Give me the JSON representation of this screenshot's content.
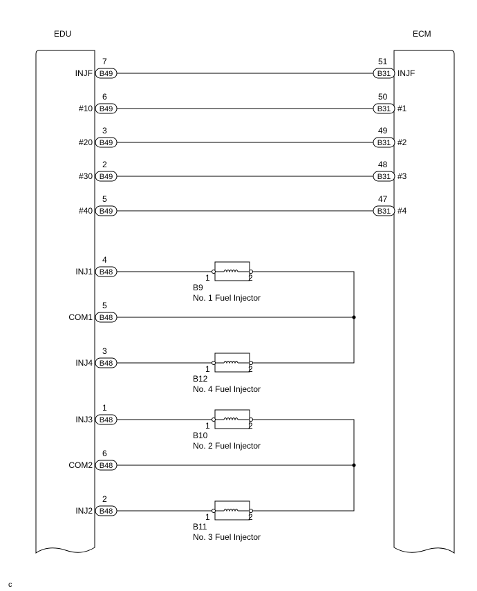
{
  "left_unit": {
    "name": "EDU"
  },
  "right_unit": {
    "name": "ECM"
  },
  "footer": {
    "code": "c"
  },
  "signal_lines": [
    {
      "left_pin": "7",
      "left_label": "INJF",
      "left_conn": "B49",
      "right_pin": "51",
      "right_conn": "B31",
      "right_label": "INJF"
    },
    {
      "left_pin": "6",
      "left_label": "#10",
      "left_conn": "B49",
      "right_pin": "50",
      "right_conn": "B31",
      "right_label": "#1"
    },
    {
      "left_pin": "3",
      "left_label": "#20",
      "left_conn": "B49",
      "right_pin": "49",
      "right_conn": "B31",
      "right_label": "#2"
    },
    {
      "left_pin": "2",
      "left_label": "#30",
      "left_conn": "B49",
      "right_pin": "48",
      "right_conn": "B31",
      "right_label": "#3"
    },
    {
      "left_pin": "5",
      "left_label": "#40",
      "left_conn": "B49",
      "right_pin": "47",
      "right_conn": "B31",
      "right_label": "#4"
    }
  ],
  "injector_lines": [
    {
      "pin": "4",
      "label": "INJ1",
      "conn": "B48",
      "injector": {
        "term_a": "1",
        "term_b": "2",
        "id": "B9",
        "name": "No. 1 Fuel Injector"
      }
    },
    {
      "pin": "5",
      "label": "COM1",
      "conn": "B48"
    },
    {
      "pin": "3",
      "label": "INJ4",
      "conn": "B48",
      "injector": {
        "term_a": "1",
        "term_b": "2",
        "id": "B12",
        "name": "No. 4 Fuel Injector"
      }
    },
    {
      "pin": "1",
      "label": "INJ3",
      "conn": "B48",
      "injector": {
        "term_a": "1",
        "term_b": "2",
        "id": "B10",
        "name": "No. 2 Fuel Injector"
      }
    },
    {
      "pin": "6",
      "label": "COM2",
      "conn": "B48"
    },
    {
      "pin": "2",
      "label": "INJ2",
      "conn": "B48",
      "injector": {
        "term_a": "1",
        "term_b": "2",
        "id": "B11",
        "name": "No. 3 Fuel Injector"
      }
    }
  ]
}
